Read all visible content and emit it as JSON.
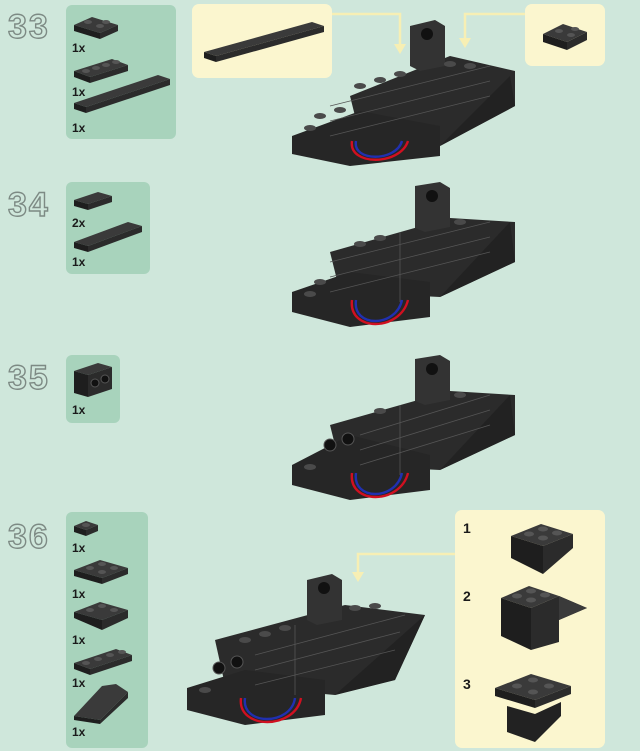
{
  "steps": [
    {
      "number": "33",
      "parts": [
        {
          "qty": "1x",
          "icon": "plate-corner-piece"
        },
        {
          "qty": "1x",
          "icon": "plate-1x4-piece"
        },
        {
          "qty": "1x",
          "icon": "tile-1x8-piece"
        }
      ]
    },
    {
      "number": "34",
      "parts": [
        {
          "qty": "2x",
          "icon": "tile-1x2-piece"
        },
        {
          "qty": "1x",
          "icon": "tile-1x4-piece"
        }
      ]
    },
    {
      "number": "35",
      "parts": [
        {
          "qty": "1x",
          "icon": "technic-brick-1x2-piece"
        }
      ]
    },
    {
      "number": "36",
      "parts": [
        {
          "qty": "1x",
          "icon": "plate-1x1-piece"
        },
        {
          "qty": "1x",
          "icon": "plate-2x2-piece"
        },
        {
          "qty": "1x",
          "icon": "inverted-slope-piece"
        },
        {
          "qty": "1x",
          "icon": "plate-1x4-piece"
        },
        {
          "qty": "1x",
          "icon": "slope-2x2-piece"
        }
      ]
    }
  ],
  "sub_steps": [
    "1",
    "2",
    "3"
  ],
  "colors": {
    "background": "#cfe7db",
    "parts_box": "#a8d3bc",
    "callout": "#fbf6cf",
    "brick": "#2a2a2a",
    "wire_red": "#d01020",
    "wire_blue": "#2030b0"
  }
}
